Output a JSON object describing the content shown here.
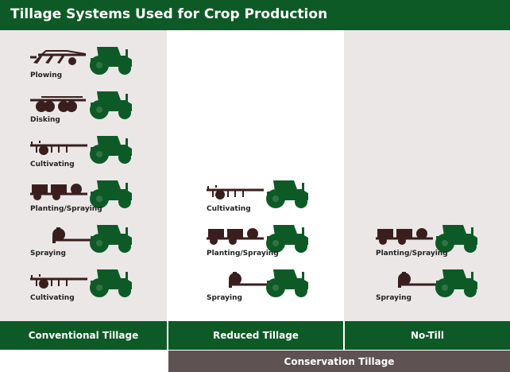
{
  "title": "Tillage Systems Used for Crop Production",
  "colors": {
    "tractor": "#0e5a26",
    "implement": "#3a1e1e",
    "panel": "#ebe7e7",
    "conservation": "#5e5252"
  },
  "columns": [
    {
      "footer": "Conventional Tillage",
      "items": [
        {
          "label": "Plowing",
          "implement": "plow"
        },
        {
          "label": "Disking",
          "implement": "disk"
        },
        {
          "label": "Cultivating",
          "implement": "cultivator"
        },
        {
          "label": "Planting/Spraying",
          "implement": "planter"
        },
        {
          "label": "Spraying",
          "implement": "sprayer"
        },
        {
          "label": "Cultivating",
          "implement": "cultivator"
        }
      ]
    },
    {
      "footer": "Reduced Tillage",
      "items": [
        {
          "label": "Cultivating",
          "implement": "cultivator"
        },
        {
          "label": "Planting/Spraying",
          "implement": "planter"
        },
        {
          "label": "Spraying",
          "implement": "sprayer"
        }
      ]
    },
    {
      "footer": "No-Till",
      "items": [
        {
          "label": "Planting/Spraying",
          "implement": "planter"
        },
        {
          "label": "Spraying",
          "implement": "sprayer"
        }
      ]
    }
  ],
  "conservation_label": "Conservation Tillage"
}
